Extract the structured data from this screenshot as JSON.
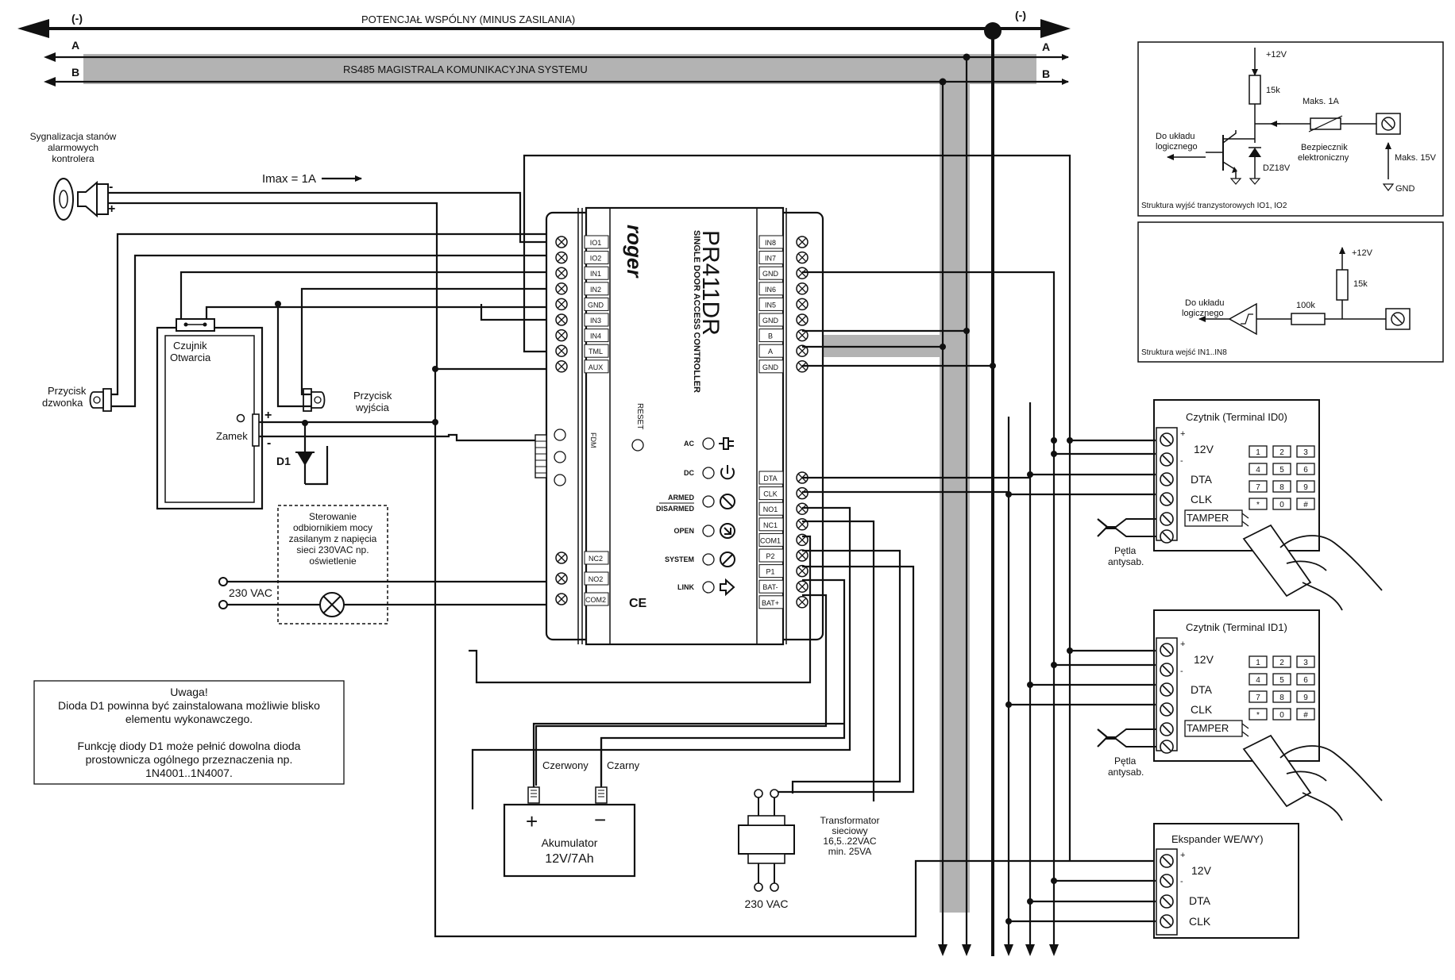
{
  "bus": {
    "minus_left": "(-)",
    "minus_right": "(-)",
    "common_label": "POTENCJAŁ WSPÓLNY (MINUS ZASILANIA)",
    "a_left": "A",
    "a_right": "A",
    "b_left": "B",
    "b_right": "B",
    "rs485_label": "RS485 MAGISTRALA KOMUNIKACYJNA SYSTEMU"
  },
  "siren": {
    "label1": "Sygnalizacja stanów",
    "label2": "alarmowych",
    "label3": "kontrolera",
    "minus": "-",
    "plus": "+"
  },
  "imax": "Imax = 1A",
  "door": {
    "sensor1": "Czujnik",
    "sensor2": "Otwarcia",
    "lock": "Zamek",
    "plus": "+",
    "minus": "-",
    "diode": "D1"
  },
  "bell_button": {
    "line1": "Przycisk",
    "line2": "dzwonka"
  },
  "exit_button": {
    "line1": "Przycisk",
    "line2": "wyjścia"
  },
  "load_control": {
    "line1": "Sterowanie",
    "line2": "odbiornikiem mocy",
    "line3": "zasilanym z napięcia",
    "line4": "sieci 230VAC  np.",
    "line5": "oświetlenie"
  },
  "mains_left": "230 VAC",
  "note": {
    "l1": "Uwaga!",
    "l2": "Dioda D1 powinna być zainstalowana możliwie blisko",
    "l3": "elementu wykonawczego.",
    "l4": "Funkcję diody D1 może pełnić dowolna dioda",
    "l5": "prostownicza ogólnego przeznaczenia np.",
    "l6": "1N4001..1N4007."
  },
  "controller": {
    "brand": "roger",
    "model": "PR411DR",
    "subtitle": "SINGLE DOOR ACCESS CONTROLLER",
    "reset": "RESET",
    "fdm": "FDM",
    "ce": "CE",
    "left_terms": [
      "IO1",
      "IO2",
      "IN1",
      "IN2",
      "GND",
      "IN3",
      "IN4",
      "TML",
      "AUX"
    ],
    "left_bottom_terms": [
      "NC2",
      "NO2",
      "COM2"
    ],
    "right_terms": [
      "IN8",
      "IN7",
      "GND",
      "IN6",
      "IN5",
      "GND",
      "B",
      "A",
      "GND"
    ],
    "right_bottom_terms": [
      "DTA",
      "CLK",
      "NO1",
      "NC1",
      "COM1",
      "P2",
      "P1",
      "BAT-",
      "BAT+"
    ],
    "leds": [
      "AC",
      "DC",
      "ARMED",
      "DISARMED",
      "OPEN",
      "SYSTEM",
      "LINK"
    ]
  },
  "battery": {
    "red": "Czerwony",
    "black": "Czarny",
    "plus": "+",
    "minus": "−",
    "name": "Akumulator",
    "spec": "12V/7Ah"
  },
  "transformer": {
    "l1": "Transformator",
    "l2": "sieciowy",
    "l3": "16,5..22VAC",
    "l4": "min. 25VA",
    "mains": "230 VAC"
  },
  "out_struct": {
    "v12": "+12V",
    "r15k": "15k",
    "maks1a": "Maks. 1A",
    "logic1": "Do układu",
    "logic2": "logicznego",
    "fuse1": "Bezpiecznik",
    "fuse2": "elektroniczny",
    "dz": "DZ18V",
    "maks15": "Maks. 15V",
    "gnd": "GND",
    "caption": "Struktura wyjść tranzystorowych IO1, IO2"
  },
  "in_struct": {
    "v12": "+12V",
    "r15k": "15k",
    "r100k": "100k",
    "logic1": "Do układu",
    "logic2": "logicznego",
    "caption": "Struktura wejść IN1..IN8"
  },
  "reader0": {
    "title": "Czytnik (Terminal ID0)",
    "plus": "+",
    "minus": "-",
    "v12": "12V",
    "dta": "DTA",
    "clk": "CLK",
    "tamper": "TAMPER",
    "loop1": "Pętla",
    "loop2": "antysab.",
    "keys": [
      "1",
      "2",
      "3",
      "4",
      "5",
      "6",
      "7",
      "8",
      "9",
      "*",
      "0",
      "#"
    ]
  },
  "reader1": {
    "title": "Czytnik (Terminal ID1)",
    "plus": "+",
    "minus": "-",
    "v12": "12V",
    "dta": "DTA",
    "clk": "CLK",
    "tamper": "TAMPER",
    "loop1": "Pętla",
    "loop2": "antysab.",
    "keys": [
      "1",
      "2",
      "3",
      "4",
      "5",
      "6",
      "7",
      "8",
      "9",
      "*",
      "0",
      "#"
    ]
  },
  "expander": {
    "title": "Ekspander WE/WY)",
    "plus": "+",
    "minus": "-",
    "v12": "12V",
    "dta": "DTA",
    "clk": "CLK"
  }
}
